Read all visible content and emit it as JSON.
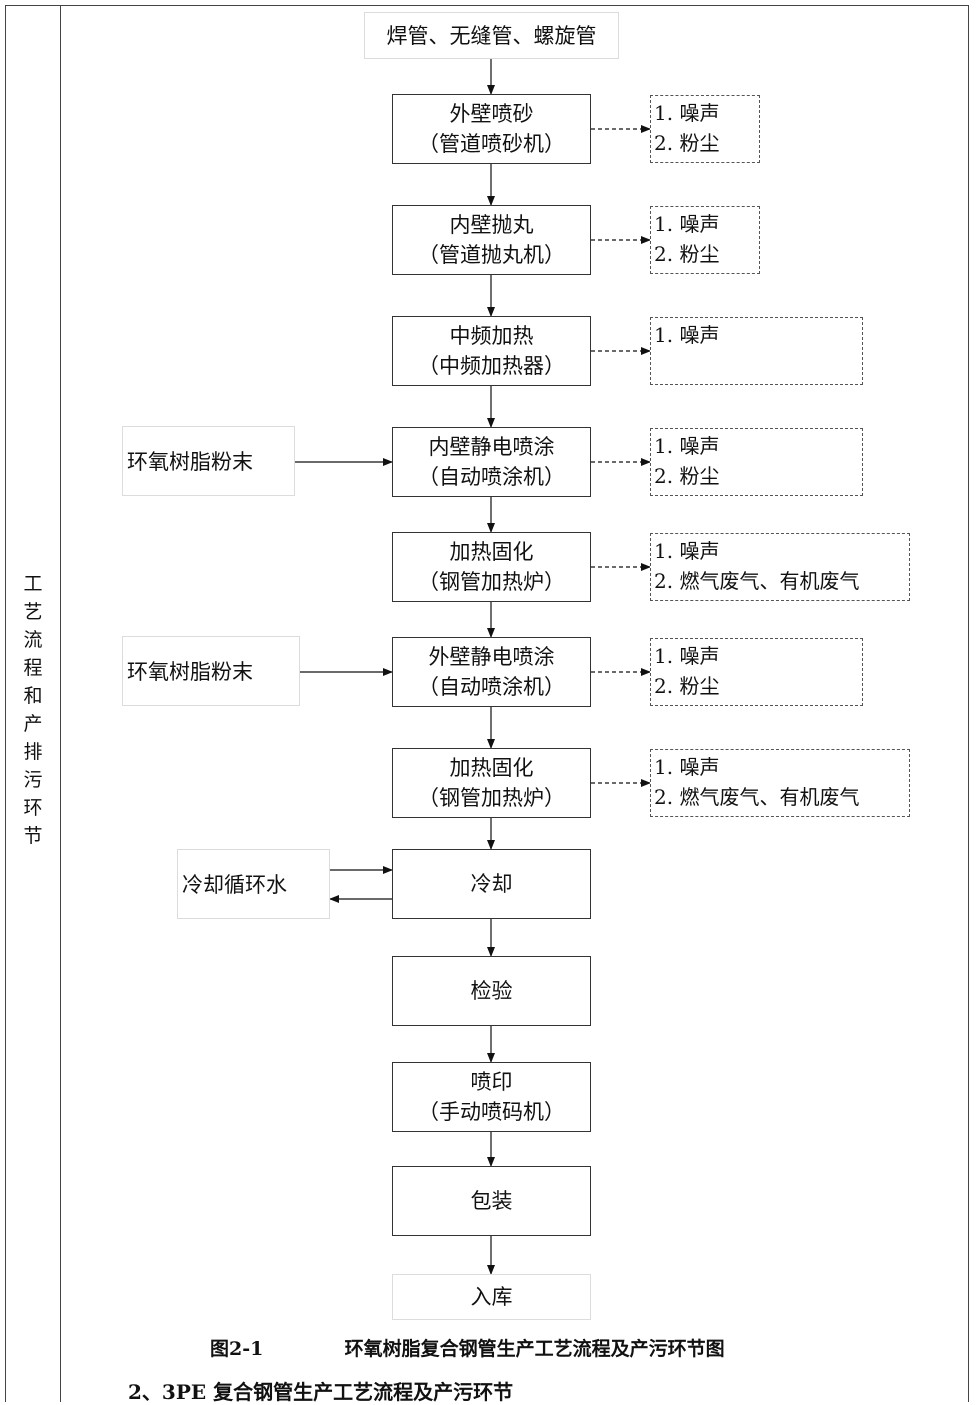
{
  "sidebar_label": "工艺流程和产排污环节",
  "steps": [
    {
      "line1": "焊管、无缝管、螺旋管",
      "line2": ""
    },
    {
      "line1": "外壁喷砂",
      "line2": "（管道喷砂机）"
    },
    {
      "line1": "内壁抛丸",
      "line2": "（管道抛丸机）"
    },
    {
      "line1": "中频加热",
      "line2": "（中频加热器）"
    },
    {
      "line1": "内壁静电喷涂",
      "line2": "（自动喷涂机）"
    },
    {
      "line1": "加热固化",
      "line2": "（钢管加热炉）"
    },
    {
      "line1": "外壁静电喷涂",
      "line2": "（自动喷涂机）"
    },
    {
      "line1": "加热固化",
      "line2": "（钢管加热炉）"
    },
    {
      "line1": "冷却",
      "line2": ""
    },
    {
      "line1": "检验",
      "line2": ""
    },
    {
      "line1": "喷印",
      "line2": "（手动喷码机）"
    },
    {
      "line1": "包装",
      "line2": ""
    },
    {
      "line1": "入库",
      "line2": ""
    }
  ],
  "emissions": [
    [
      "1. 噪声",
      "2. 粉尘"
    ],
    [
      "1. 噪声",
      "2. 粉尘"
    ],
    [
      "1. 噪声"
    ],
    [
      "1. 噪声",
      "2. 粉尘"
    ],
    [
      "1. 噪声",
      "2. 燃气废气、有机废气"
    ],
    [
      "1. 噪声",
      "2. 粉尘"
    ],
    [
      "1. 噪声",
      "2. 燃气废气、有机废气"
    ]
  ],
  "inputs": {
    "resin_1": "环氧树脂粉末",
    "resin_2": "环氧树脂粉末",
    "cooling_water": "冷却循环水"
  },
  "caption": {
    "number": "图2-1",
    "title": "环氧树脂复合钢管生产工艺流程及产污环节图"
  },
  "section_heading": "2、3PE 复合钢管生产工艺流程及产污环节"
}
